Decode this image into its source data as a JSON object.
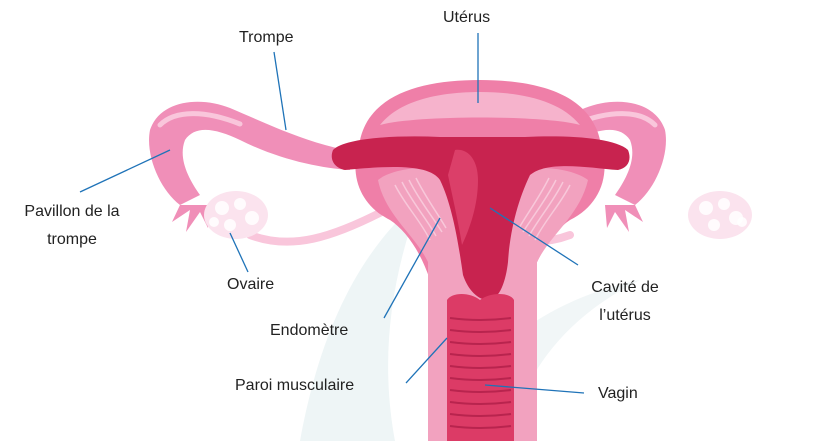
{
  "labels": {
    "uterus": "Utérus",
    "trompe": "Trompe",
    "pavillon_line1": "Pavillon de la",
    "pavillon_line2": "trompe",
    "ovaire": "Ovaire",
    "cavite_line1": "Cavité de",
    "cavite_line2": "l’utérus",
    "endometre": "Endomètre",
    "paroi": "Paroi musculaire",
    "vagin": "Vagin"
  },
  "colors": {
    "outer_pink": "#f08fb8",
    "uterus_body": "#ef7fa8",
    "uterus_highlight": "#f6b3cc",
    "muscle_wall": "#f2a2bf",
    "inner_muscle": "#ee90b3",
    "cavity": "#c8234f",
    "cavity_dark": "#a9163e",
    "vagina_ridges": "#e2456f",
    "ovary": "#fbe3ee",
    "tube_light": "#f9c6db",
    "leader_line": "#1f73b8",
    "background_swoosh": "#eef5f6"
  }
}
